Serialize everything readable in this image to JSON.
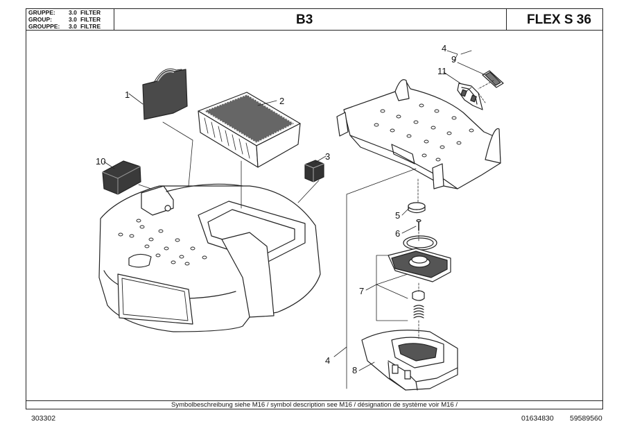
{
  "header": {
    "group_rows": [
      {
        "key": "GRUPPE:",
        "num": "3.0",
        "name": "FILTER"
      },
      {
        "key": "GROUP:",
        "num": "3.0",
        "name": "FILTER"
      },
      {
        "key": "GROUPPE:",
        "num": "3.0",
        "name": "FILTRE"
      }
    ],
    "sheet_code": "B3",
    "model": "FLEX S 36"
  },
  "diagram": {
    "part_labels": [
      "1",
      "2",
      "3",
      "10",
      "4",
      "9",
      "11",
      "5",
      "6",
      "7",
      "4",
      "8"
    ]
  },
  "footer": {
    "symbol_note": "Symbolbeschreibung siehe M16 / symbol description see M16 / désignation de système voir M16 /",
    "doc_left": "303302",
    "doc_mid": "01634830",
    "doc_right": "59589560"
  },
  "colors": {
    "line": "#222222",
    "paper": "#ffffff",
    "shade": "#333333"
  }
}
